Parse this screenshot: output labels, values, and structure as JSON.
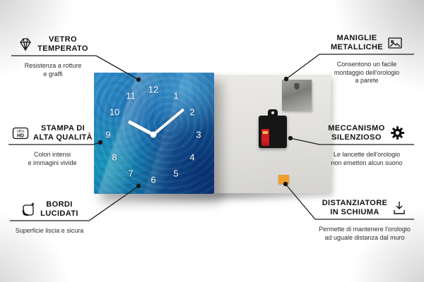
{
  "callouts": [
    {
      "id": "vetro-temperato",
      "icon": "gem-icon",
      "title": "VETRO\nTEMPERATO",
      "description": "Resistenza a rotture\ne graffi"
    },
    {
      "id": "stampa-alta-qualita",
      "icon": "ultra-hd-icon",
      "icon_text_top": "ultra",
      "icon_text_bottom": "HD",
      "title": "STAMPA DI\nALTA QUALITÀ",
      "description": "Colori intensi\ne immagini vivide"
    },
    {
      "id": "bordi-lucidati",
      "icon": "polished-edge-icon",
      "title": "BORDI\nLUCIDATI",
      "description": "Superficie liscia e sicura"
    },
    {
      "id": "maniglie-metalliche",
      "icon": "picture-frame-icon",
      "title": "MANIGLIE\nMETALLICHE",
      "description": "Consentono un facile\nmontaggio dell'orologio\na parete"
    },
    {
      "id": "meccanismo-silenzioso",
      "icon": "gear-icon",
      "title": "MECCANISMO\nSILENZIOSO",
      "description": "Le lancette dell'orologio\nnon emetton alcun suono"
    },
    {
      "id": "distanziatore-in-schiuma",
      "icon": "foam-spacer-icon",
      "title": "DISTANZIATORE\nIN SCHIUMA",
      "description": "Permette di mantenere l'orologio\nad uguale distanza dal muro"
    }
  ],
  "clock": {
    "numbers": [
      "12",
      "1",
      "2",
      "3",
      "4",
      "5",
      "6",
      "7",
      "8",
      "9",
      "10",
      "11"
    ],
    "front_primary_color": "#1c6db1",
    "back_color": "#e0dfdb",
    "spacer_color": "#f09d2e",
    "time_shown": "10:10"
  },
  "line_color": "#1c1c1c"
}
